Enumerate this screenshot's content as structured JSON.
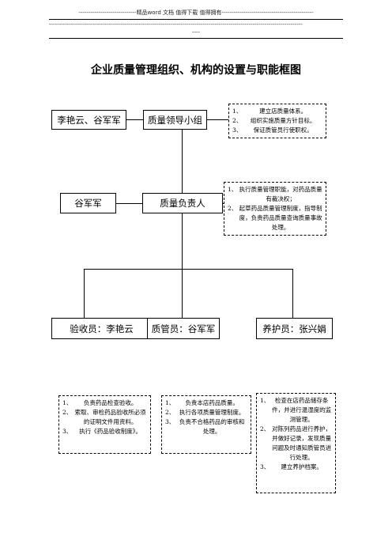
{
  "header": {
    "line1": "-----------------------------精品word 文档 值得下载 值得拥有----------------------------------------------",
    "line2": "-------------------------------------------------------------------------------------------------------------------------------",
    "line3": "----"
  },
  "title": "企业质量管理组织、机构的设置与职能框图",
  "row1": {
    "left": "李艳云、谷军军",
    "center": "质量领导小组",
    "duties": [
      {
        "n": "1、",
        "t": "建立店质量体系。"
      },
      {
        "n": "2、",
        "t": "组织实施质量方针目标。"
      },
      {
        "n": "3、",
        "t": "保证质管员行使职权。"
      }
    ]
  },
  "row2": {
    "left": "谷军军",
    "center": "质量负责人",
    "duties": [
      {
        "n": "1、",
        "t": "执行质量管理职能，对药品质量有裁决权；"
      },
      {
        "n": "2、",
        "t": "起草药品质量管理制度，指导制度，负责药品质量查询质量事故处理。"
      }
    ]
  },
  "roles": [
    {
      "label": "验收员：李艳云"
    },
    {
      "label": "质管员：谷军军"
    },
    {
      "label": "养护员：张兴娟"
    }
  ],
  "role_duties": [
    [
      {
        "n": "1、",
        "t": "负责药品检查验收。"
      },
      {
        "n": "2、",
        "t": "索取、审检药品验收所必须的证明文件用资料。"
      },
      {
        "n": "3、",
        "t": "执行《药品验收制度》。"
      }
    ],
    [
      {
        "n": "1、",
        "t": "负责本店药品质量。"
      },
      {
        "n": "2、",
        "t": "执行各项质量管理制度。"
      },
      {
        "n": "3、",
        "t": "负责不合格药品的审核和处理。"
      }
    ],
    [
      {
        "n": "1、",
        "t": "检查在店药品储存条件，并进行温湿度的监测管理。"
      },
      {
        "n": "2、",
        "t": "对陈列药品进行养护，并做好记录，发现质量问题及时通知质管员进行处理。"
      },
      {
        "n": "3、",
        "t": "建立养护档案。"
      }
    ]
  ]
}
